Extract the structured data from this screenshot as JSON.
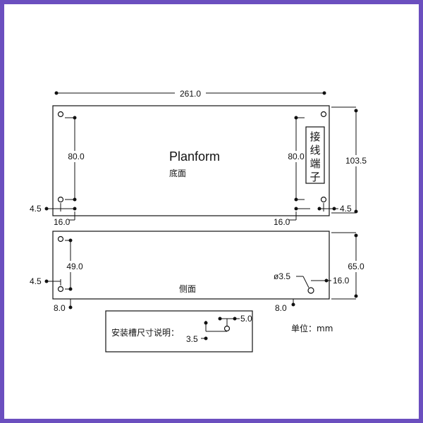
{
  "frame": {
    "border_color": "#6b4fbf"
  },
  "planform": {
    "title": "Planform",
    "subtitle": "底面",
    "width_dim": "261.0",
    "height_dim": "103.5",
    "left_spacing_dim": "80.0",
    "right_spacing_dim": "80.0",
    "left_edge_dim": "4.5",
    "right_edge_dim": "4.5",
    "left_bottom_dim": "16.0",
    "right_bottom_dim": "16.0",
    "terminal_label": [
      "接",
      "线",
      "端",
      "子"
    ]
  },
  "side": {
    "subtitle": "侧面",
    "height_dim": "65.0",
    "spacing_dim": "49.0",
    "left_edge_dim": "4.5",
    "left_bottom_dim": "8.0",
    "right_bottom_dim": "8.0",
    "hole_diameter_dim": "ø3.5",
    "hole_offset_dim": "16.0"
  },
  "slot_note": {
    "label": "安装槽尺寸说明：",
    "width_dim": "5.0",
    "height_dim": "3.5"
  },
  "units": "单位：mm"
}
